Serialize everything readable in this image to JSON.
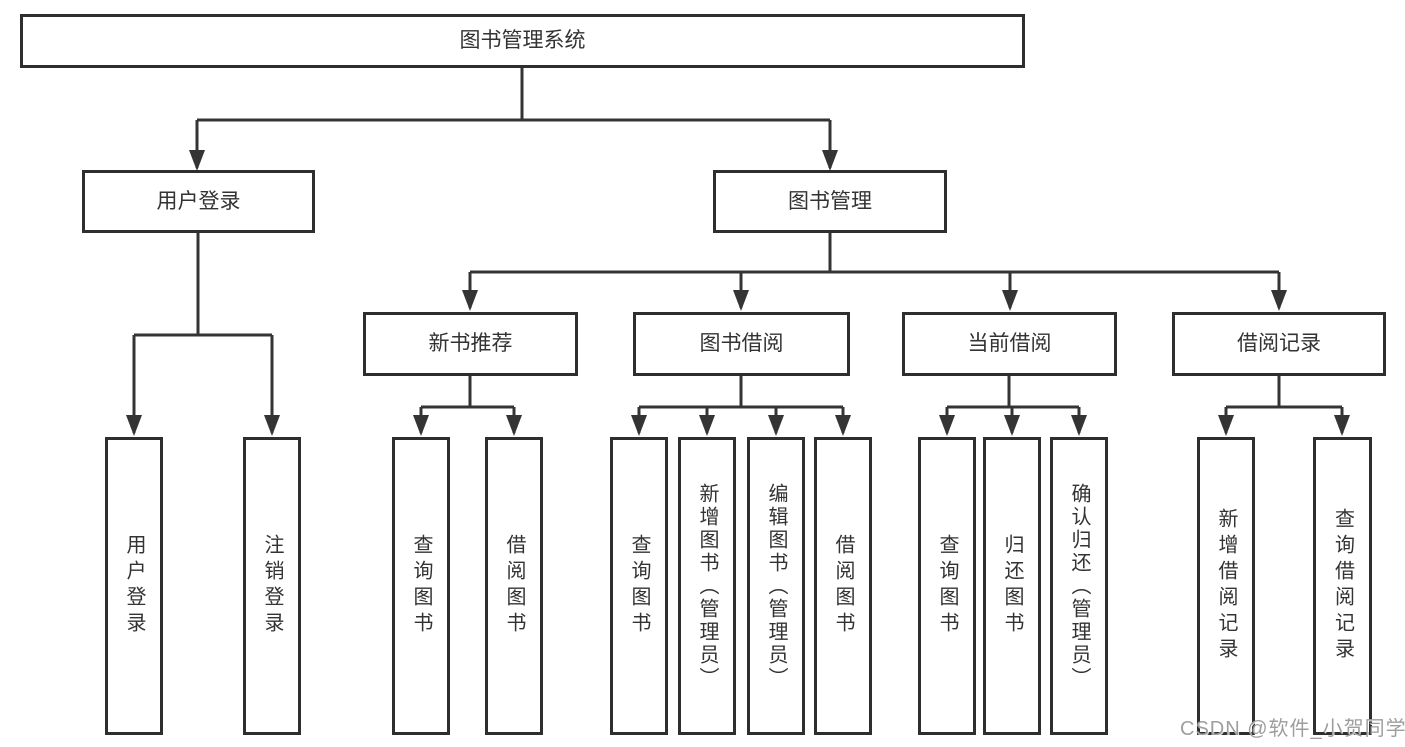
{
  "diagram": {
    "title": "图书管理系统",
    "nodes": {
      "root": "图书管理系统",
      "user_login": "用户登录",
      "book_mgmt": "图书管理",
      "new_book_rec": "新书推荐",
      "book_borrow": "图书借阅",
      "current_borrow": "当前借阅",
      "borrow_records": "借阅记录",
      "login": "用户登录",
      "logout": "注销登录",
      "rec_query_book": "查询图书",
      "rec_borrow_book": "借阅图书",
      "borrow_query_book": "查询图书",
      "borrow_add_book": "新增图书（管理员）",
      "borrow_edit_book": "编辑图书（管理员）",
      "borrow_borrow_book": "借阅图书",
      "current_query_book": "查询图书",
      "current_return_book": "归还图书",
      "current_confirm_return": "确认归还（管理员）",
      "records_add_record": "新增借阅记录",
      "records_query_record": "查询借阅记录"
    }
  },
  "watermark": {
    "text": "CSDN @软件_小贺同学"
  },
  "colors": {
    "line": "#343434",
    "border": "#2e2e2e",
    "text": "#333333",
    "background": "#ffffff",
    "watermark": "#9e9e9e"
  }
}
